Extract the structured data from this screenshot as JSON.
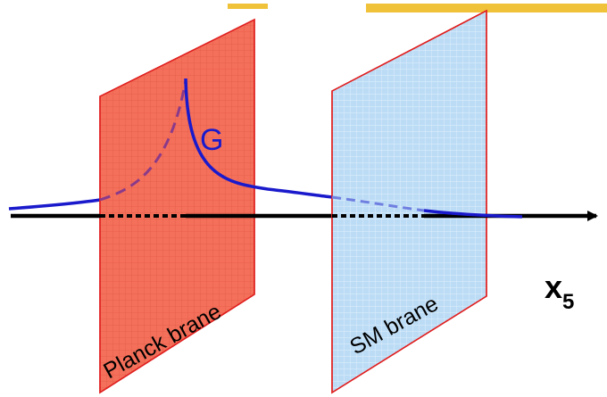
{
  "diagram": {
    "axis_label": "x",
    "axis_subscript": "5",
    "curve_label": "G",
    "branes": [
      {
        "label": "Planck brane",
        "fill": "#f4705a",
        "edge": "#e02020"
      },
      {
        "label": "SM brane",
        "fill": "#bcdcf6",
        "edge": "#e02020"
      }
    ],
    "colors": {
      "axis": "#000000",
      "curve": "#1a1acc",
      "curve_hidden": "#8a3a8a",
      "curve_hidden_sm": "#6f7fe0",
      "top_strip": "#f0c23a"
    }
  }
}
